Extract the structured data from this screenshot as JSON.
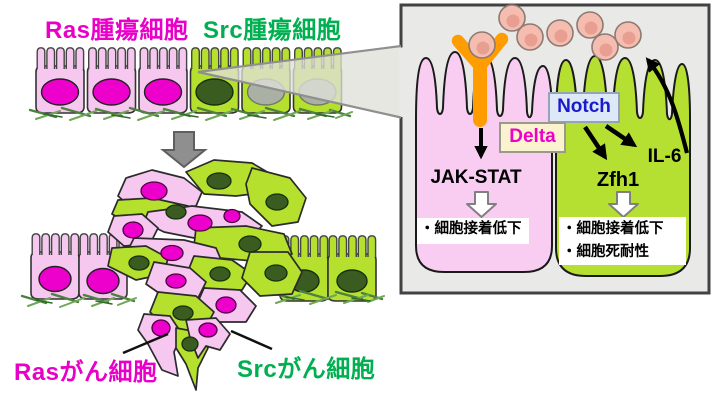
{
  "labels": {
    "ras_tumor": "Ras腫瘍細胞",
    "src_tumor": "Src腫瘍細胞",
    "ras_cancer": "Rasがん細胞",
    "src_cancer": "Srcがん細胞"
  },
  "inset": {
    "notch": "Notch",
    "delta": "Delta",
    "jak_stat": "JAK-STAT",
    "zfh1": "Zfh1",
    "il6": "IL-6",
    "ras_effects": [
      "・細胞接着低下"
    ],
    "src_effects": [
      "・細胞接着低下",
      "・細胞死耐性"
    ]
  },
  "icons": {
    "y_receptor": "orange Y-shaped receptor",
    "secreted_molecules": "salmon circles (secreted IL-6)",
    "zoom_wedge": "gray magnifier callout wedge",
    "transform_arrow": "gray block arrow down",
    "pathway_block_arrow": "white outline block arrow down",
    "basement_membrane": "green hatched lines"
  },
  "colors": {
    "ras_pink_cell": "#f6c7ef",
    "ras_nucleus": "#ee00cc",
    "src_green_cell": "#b5e02e",
    "src_nucleus": "#3a5c20",
    "magenta_text": "#e800c8",
    "green_text": "#00b050",
    "notch_blue": "#1a1acc",
    "orange_receptor": "#ff9d00",
    "panel_bg": "#e9e9e7",
    "secreted_dot": "#f5bcb0"
  }
}
